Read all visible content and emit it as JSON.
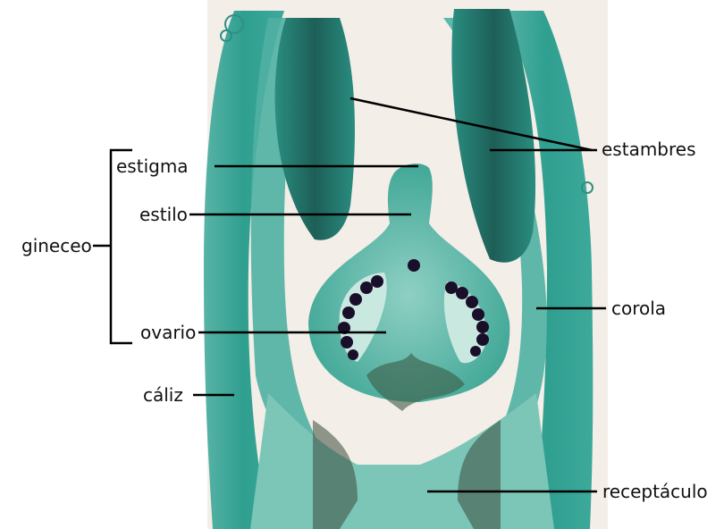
{
  "labels": {
    "estambres": "estambres",
    "estigma": "estigma",
    "estilo": "estilo",
    "gineceo": "gineceo",
    "corola": "corola",
    "ovario": "ovario",
    "caliz": "cáliz",
    "receptaculo": "receptáculo"
  },
  "colors": {
    "tissue": "#2f9f90",
    "tissue_light": "#6fc2b4",
    "tissue_dark": "#1e6f66",
    "ovules": "#1a0f2a",
    "background": "#f4efe8"
  }
}
